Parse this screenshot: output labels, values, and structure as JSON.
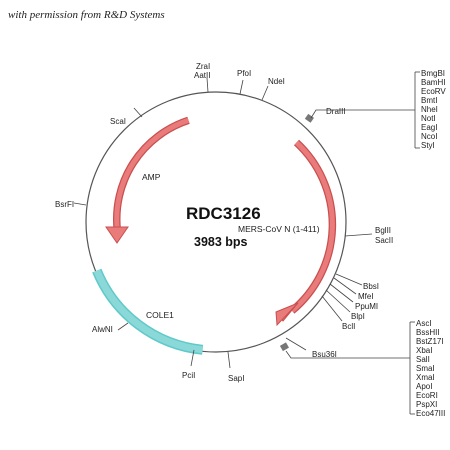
{
  "caption": "with permission from R&D Systems",
  "plasmid": {
    "name": "RDC3126",
    "insert": "MERS-CoV N (1-411)",
    "size": "3983 bps"
  },
  "features": {
    "amp": {
      "label": "AMP",
      "color": "#e86a6a"
    },
    "insert_arrow": {
      "color": "#e86a6a"
    },
    "cole1": {
      "label": "COLE1",
      "color": "#6fd3d3"
    }
  },
  "sites": {
    "zral": "ZraI",
    "aatii": "AatII",
    "pfoi": "PfoI",
    "ndei": "NdeI",
    "drai": "DraIII",
    "scai": "ScaI",
    "bsrfi": "BsrFI",
    "alwni": "AlwNI",
    "pcii": "PciI",
    "sapi": "SapI",
    "bsu36i": "Bsu36I",
    "bgiii": "BglII",
    "sacii": "SacII",
    "bbsi": "BbsI",
    "mfei": "MfeI",
    "ppumi": "PpuMI",
    "blpi": "BlpI",
    "bcli": "BclI"
  },
  "mcs1": [
    "BmgBI",
    "BamHI",
    "EcoRV",
    "BmtI",
    "NheI",
    "NotI",
    "EagI",
    "NcoI",
    "StyI"
  ],
  "mcs2": [
    "AscI",
    "BssHII",
    "BstZ17I",
    "XbaI",
    "SalI",
    "SmaI",
    "XmaI",
    "ApoI",
    "EcoRI",
    "PspXI",
    "Eco47III"
  ]
}
